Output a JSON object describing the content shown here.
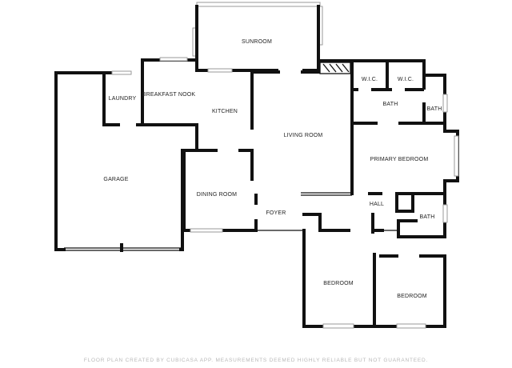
{
  "rooms": {
    "sunroom": "SUNROOM",
    "laundry": "LAUNDRY",
    "breakfast_nook": "BREAKFAST NOOK",
    "kitchen": "KITCHEN",
    "garage": "GARAGE",
    "dining_room": "DINING ROOM",
    "living_room": "LIVING ROOM",
    "foyer": "FOYER",
    "wic_1": "W.I.C.",
    "wic_2": "W.I.C.",
    "bath_1": "BATH",
    "bath_2": "BATH",
    "primary_bedroom": "PRIMARY BEDROOM",
    "hall": "HALL",
    "bath_3": "BATH",
    "bedroom_1": "BEDROOM",
    "bedroom_2": "BEDROOM"
  },
  "footer": {
    "disclaimer": "FLOOR PLAN CREATED BY CUBICASA APP. MEASUREMENTS DEEMED HIGHLY RELIABLE BUT NOT GUARANTEED."
  }
}
